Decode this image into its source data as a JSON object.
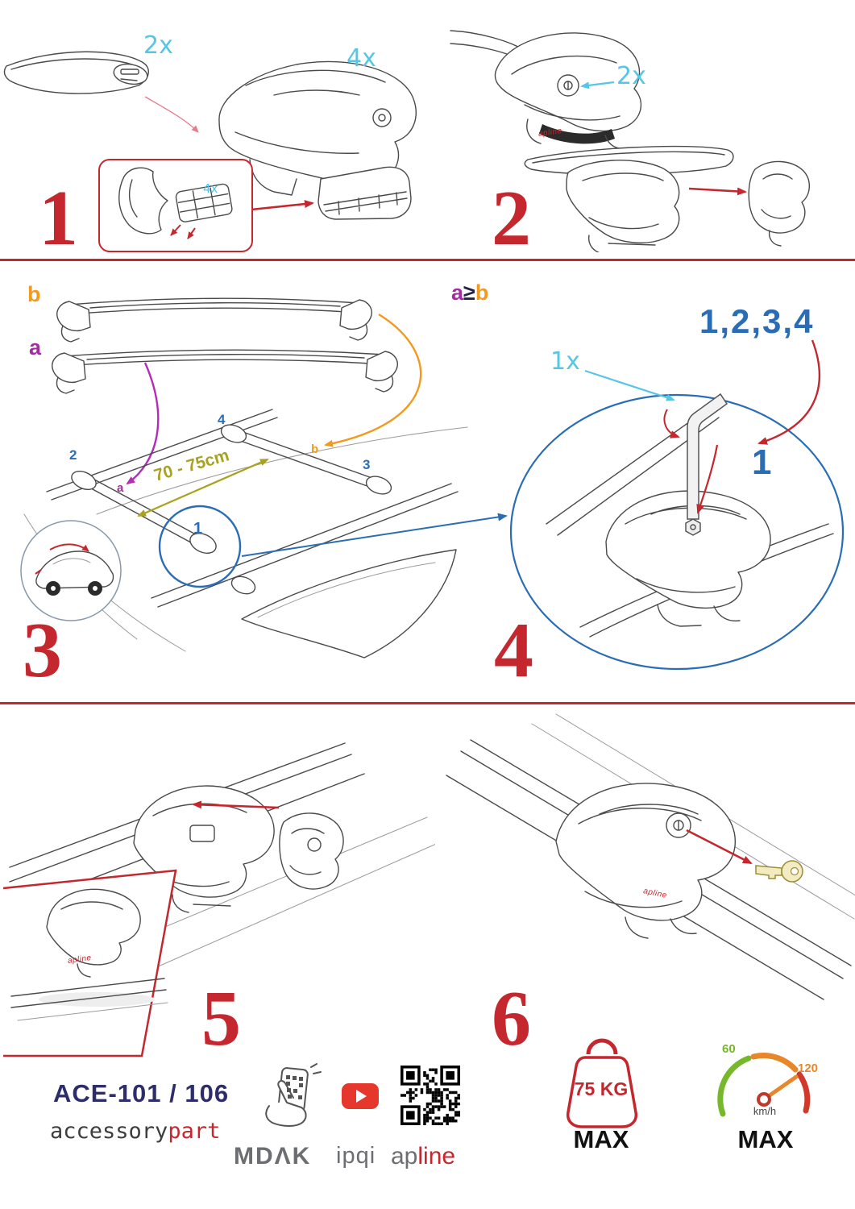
{
  "steps": {
    "s1": {
      "num": "1",
      "bar_qty": "2x",
      "foot_qty": "4x",
      "pad_qty": "4x"
    },
    "s2": {
      "num": "2",
      "lock_qty": "2x"
    },
    "s3": {
      "num": "3",
      "bar_b": "b",
      "bar_a": "a",
      "span": "70 - 75cm",
      "f1": "1",
      "f2": "2",
      "f3": "3",
      "f4": "4",
      "pa": "a",
      "pb": "b"
    },
    "s4": {
      "num": "4",
      "rule_a": "a",
      "rule_gte": "≥",
      "rule_b": "b",
      "sequence": "1,2,3,4",
      "tool_qty": "1x",
      "first": "1"
    },
    "s5": {
      "num": "5"
    },
    "s6": {
      "num": "6"
    }
  },
  "drawings": {
    "foot_logo": "apline"
  },
  "footer": {
    "model": "ACE-101 / 106",
    "brand_black": "accessory",
    "brand_red": "part",
    "mdak": "MDΛK",
    "ipqi": "ipqi",
    "apline_gray": "ap",
    "apline_red": "line",
    "weight_value": "75 KG",
    "weight_max": "MAX",
    "speed_low": "60",
    "speed_high": "120",
    "speed_unit": "km/h",
    "speed_max": "MAX"
  },
  "colors": {
    "red": "#c4272e",
    "cyan": "#56c6e6",
    "blue": "#2a6db5",
    "purple": "#a32ca3",
    "orange": "#f2991f",
    "olive": "#a8a21e",
    "navy": "#2d2d6b"
  }
}
